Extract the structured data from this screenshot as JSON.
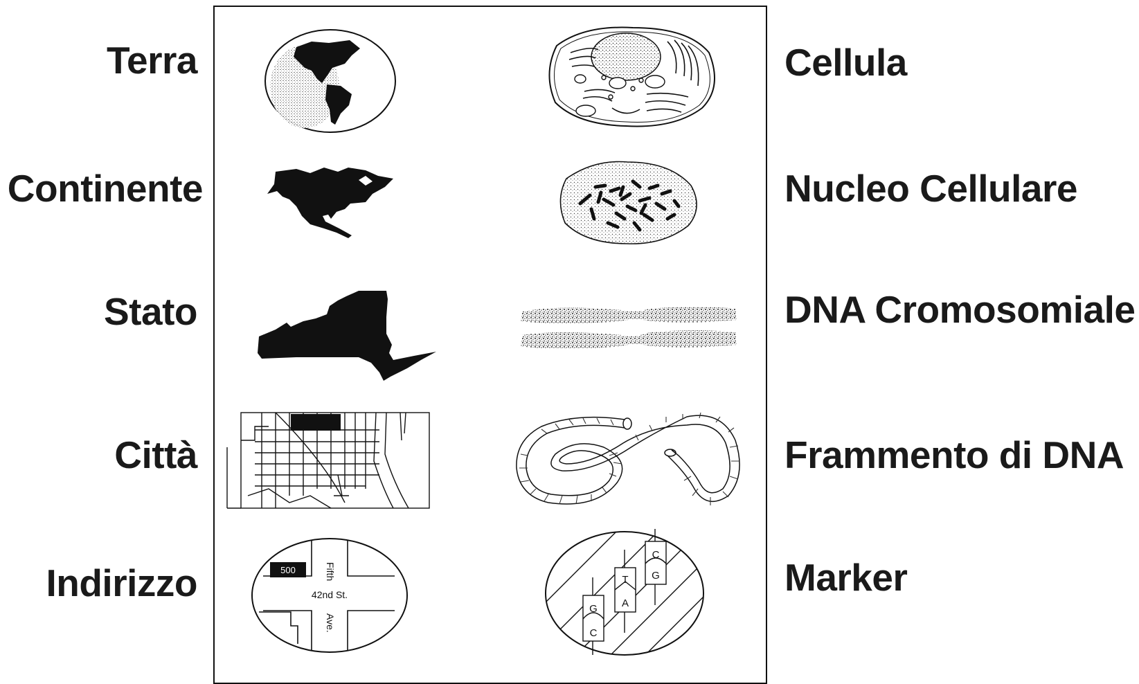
{
  "left_labels": [
    "Terra",
    "Continente",
    "Stato",
    "Città",
    "Indirizzo"
  ],
  "right_labels": [
    "Cellula",
    "Nucleo Cellulare",
    "DNA Cromosomiale",
    "Frammento di DNA",
    "Marker"
  ],
  "map_texts": {
    "house_number": "500",
    "street": "42nd St.",
    "avenue_top": "Fifth",
    "avenue_bottom": "Ave."
  },
  "marker_bases": [
    "G",
    "C",
    "T",
    "A",
    "C",
    "G"
  ],
  "colors": {
    "ink": "#111111",
    "paper": "#ffffff"
  },
  "icons": [
    "globe",
    "north-america",
    "new-york-state",
    "city-map",
    "street-intersection",
    "cell",
    "cell-nucleus",
    "chromosome",
    "dna-fragment",
    "genetic-marker"
  ]
}
